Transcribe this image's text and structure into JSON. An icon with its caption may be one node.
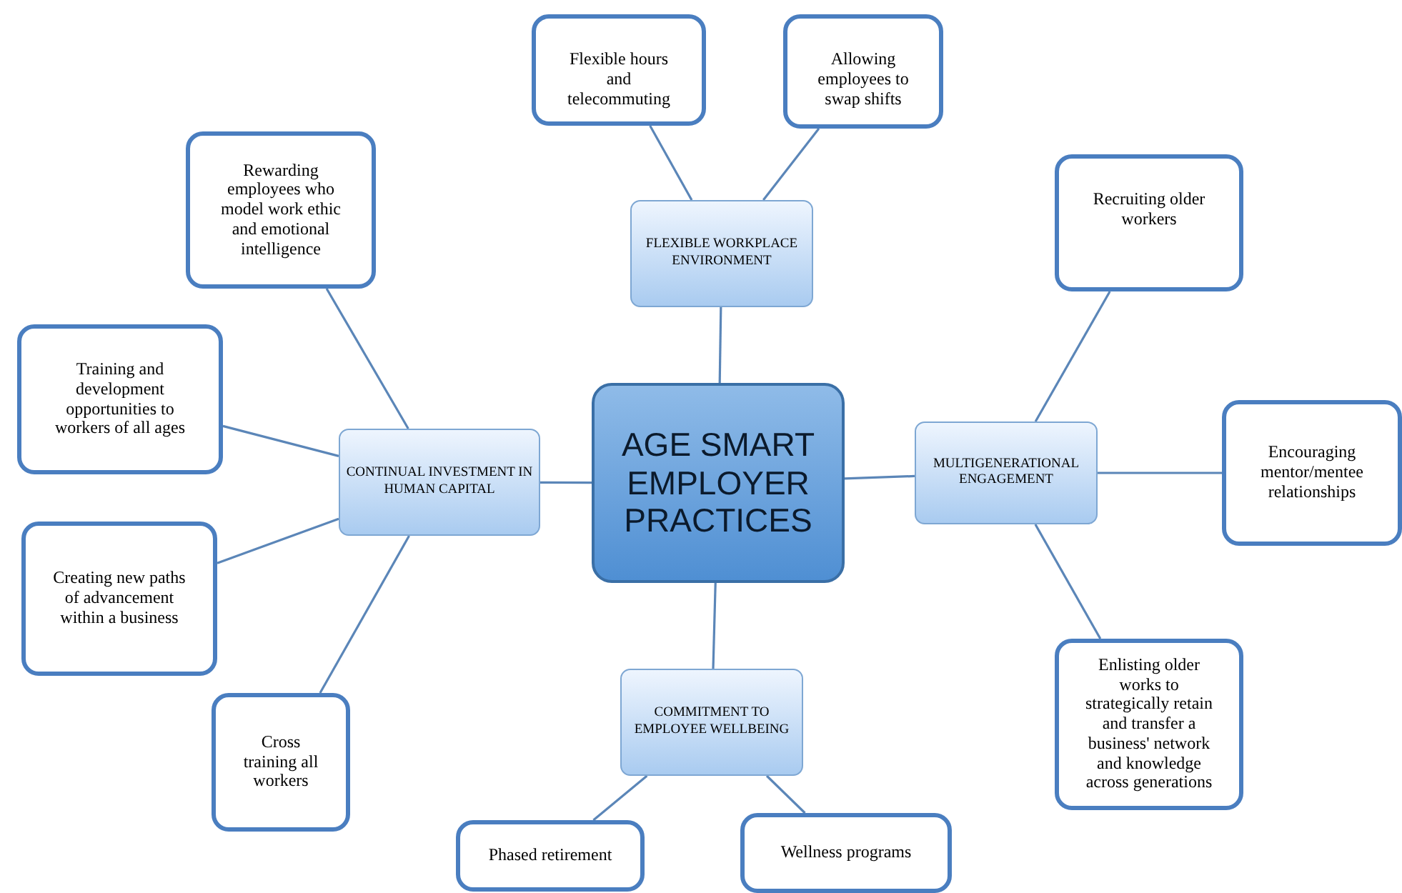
{
  "diagram": {
    "nodes": [
      {
        "text": [
          "AGE SMART EMPLOYER PRACTICES"
        ]
      },
      {
        "text": [
          "FLEXIBLE WORKPLACE ENVIRONMENT"
        ]
      },
      {
        "text": [
          "MULTIGENERATIONAL ENGAGEMENT"
        ]
      },
      {
        "text": [
          "COMMITMENT TO EMPLOYEE WELLBEING"
        ]
      },
      {
        "text": [
          "CONTINUAL INVESTMENT IN HUMAN CAPITAL"
        ]
      },
      {
        "text": [
          "Flexible hours and telecommuting"
        ]
      },
      {
        "text": [
          "Allowing employees to swap shifts"
        ]
      },
      {
        "text": [
          "Recruiting older workers"
        ]
      },
      {
        "text": [
          "Encouraging mentor/mentee relationships"
        ]
      },
      {
        "text": [
          "Enlisting older works to strategically retain and transfer a business' network and knowledge across generations"
        ]
      },
      {
        "text": [
          "Wellness programs"
        ]
      },
      {
        "text": [
          "Phased retirement"
        ]
      },
      {
        "text": [
          "Rewarding employees who model work ethic and emotional intelligence"
        ]
      },
      {
        "text": [
          "Training and development opportunities to workers of all ages"
        ]
      },
      {
        "text": [
          "Creating new paths of advancement within a business"
        ]
      },
      {
        "text": [
          "Cross training all workers"
        ]
      }
    ],
    "edges": [
      {
        "from": 0,
        "to": 1,
        "arrow": "none"
      },
      {
        "from": 0,
        "to": 2,
        "arrow": "none"
      },
      {
        "from": 0,
        "to": 3,
        "arrow": "none"
      },
      {
        "from": 0,
        "to": 4,
        "arrow": "none"
      },
      {
        "from": 1,
        "to": 5,
        "arrow": "none"
      },
      {
        "from": 1,
        "to": 6,
        "arrow": "none"
      },
      {
        "from": 2,
        "to": 7,
        "arrow": "none"
      },
      {
        "from": 2,
        "to": 8,
        "arrow": "none"
      },
      {
        "from": 2,
        "to": 9,
        "arrow": "none"
      },
      {
        "from": 3,
        "to": 10,
        "arrow": "none"
      },
      {
        "from": 3,
        "to": 11,
        "arrow": "none"
      },
      {
        "from": 4,
        "to": 12,
        "arrow": "none"
      },
      {
        "from": 4,
        "to": 13,
        "arrow": "none"
      },
      {
        "from": 4,
        "to": 14,
        "arrow": "none"
      },
      {
        "from": 4,
        "to": 15,
        "arrow": "none"
      }
    ]
  }
}
